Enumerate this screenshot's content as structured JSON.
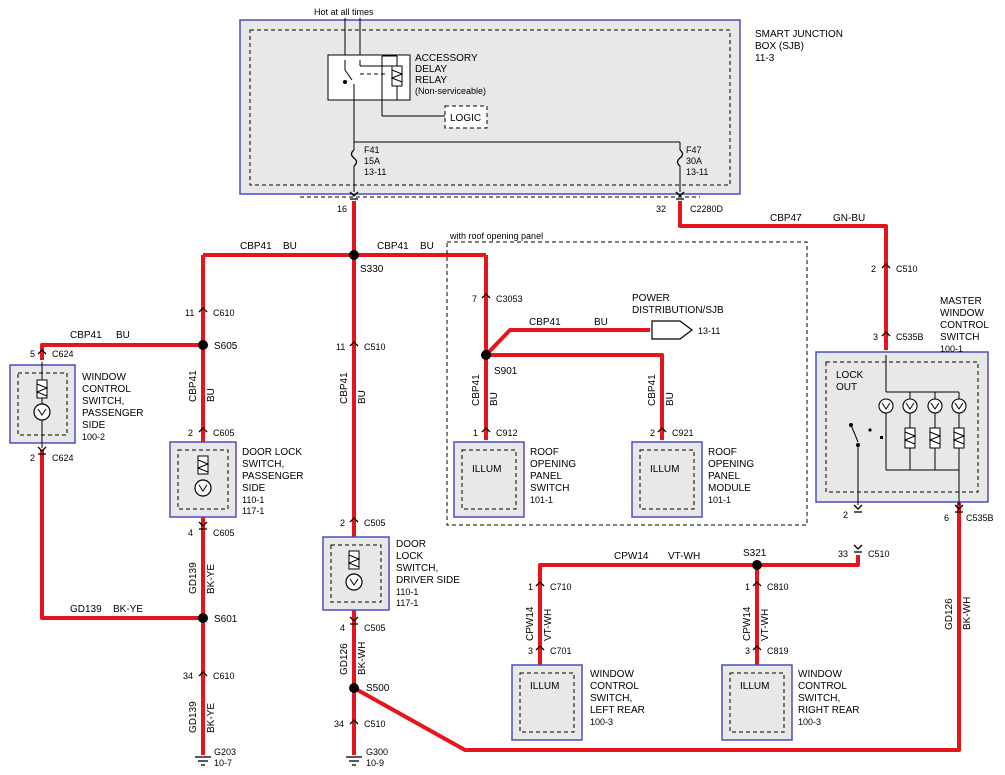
{
  "power": {
    "hot_at_all_times": "Hot at all times"
  },
  "sjb": {
    "name_line1": "SMART JUNCTION",
    "name_line2": "BOX (SJB)",
    "page": "11-3",
    "relay_line1": "ACCESSORY",
    "relay_line2": "DELAY",
    "relay_line3": "RELAY",
    "relay_line4": "(Non-serviceable)",
    "logic": "LOGIC",
    "f41_name": "F41",
    "f41_amp": "15A",
    "f41_ref": "13-11",
    "f47_name": "F47",
    "f47_amp": "30A",
    "f47_ref": "13-11",
    "pin16": "16",
    "pin32": "32",
    "c2280d": "C2280D"
  },
  "wires": {
    "cbp41": "CBP41",
    "bu": "BU",
    "cbp47": "CBP47",
    "gnbu": "GN-BU",
    "gd139": "GD139",
    "bkye": "BK-YE",
    "gd126": "GD126",
    "bkwh": "BK-WH",
    "cpw14": "CPW14",
    "vtwh": "VT-WH"
  },
  "splices": {
    "s330": "S330",
    "s605": "S605",
    "s601": "S601",
    "s500": "S500",
    "s901": "S901",
    "s321": "S321"
  },
  "connectors": {
    "c610": "C610",
    "c624": "C624",
    "c605": "C605",
    "c510": "C510",
    "c505": "C505",
    "c3053": "C3053",
    "c912": "C912",
    "c921": "C921",
    "c535b": "C535B",
    "c710": "C710",
    "c701": "C701",
    "c810": "C810",
    "c819": "C819"
  },
  "pins": {
    "p1": "1",
    "p2": "2",
    "p3": "3",
    "p4": "4",
    "p5": "5",
    "p6": "6",
    "p7": "7",
    "p11": "11",
    "p33": "33",
    "p34": "34"
  },
  "grounds": {
    "g203": "G203",
    "g203_ref": "10-7",
    "g300": "G300",
    "g300_ref": "10-9"
  },
  "roof": {
    "note": "with roof opening panel",
    "pd_line1": "POWER",
    "pd_line2": "DISTRIBUTION/SJB",
    "pd_ref": "13-11",
    "illum": "ILLUM",
    "sw_line1": "ROOF",
    "sw_line2": "OPENING",
    "sw_line3": "PANEL",
    "sw_line4": "SWITCH",
    "sw_ref": "101-1",
    "mod_line1": "ROOF",
    "mod_line2": "OPENING",
    "mod_line3": "PANEL",
    "mod_line4": "MODULE",
    "mod_ref": "101-1"
  },
  "components": {
    "wcsp_line1": "WINDOW",
    "wcsp_line2": "CONTROL",
    "wcsp_line3": "SWITCH,",
    "wcsp_line4": "PASSENGER",
    "wcsp_line5": "SIDE",
    "wcsp_ref": "100-2",
    "dlsp_line1": "DOOR LOCK",
    "dlsp_line2": "SWITCH,",
    "dlsp_line3": "PASSENGER",
    "dlsp_line4": "SIDE",
    "dlsp_ref1": "110-1",
    "dlsp_ref2": "117-1",
    "dlsd_line1": "DOOR",
    "dlsd_line2": "LOCK",
    "dlsd_line3": "SWITCH,",
    "dlsd_line4": "DRIVER SIDE",
    "dlsd_ref1": "110-1",
    "dlsd_ref2": "117-1",
    "mw_line1": "MASTER",
    "mw_line2": "WINDOW",
    "mw_line3": "CONTROL",
    "mw_line4": "SWITCH",
    "mw_ref": "100-1",
    "lock_line1": "LOCK",
    "lock_line2": "OUT",
    "wclr_line1": "WINDOW",
    "wclr_line2": "CONTROL",
    "wclr_line3": "SWITCH,",
    "wclr_line4": "LEFT REAR",
    "wclr_ref": "100-3",
    "wcrr_line1": "WINDOW",
    "wcrr_line2": "CONTROL",
    "wcrr_line3": "SWITCH,",
    "wcrr_line4": "RIGHT REAR",
    "wcrr_ref": "100-3"
  }
}
